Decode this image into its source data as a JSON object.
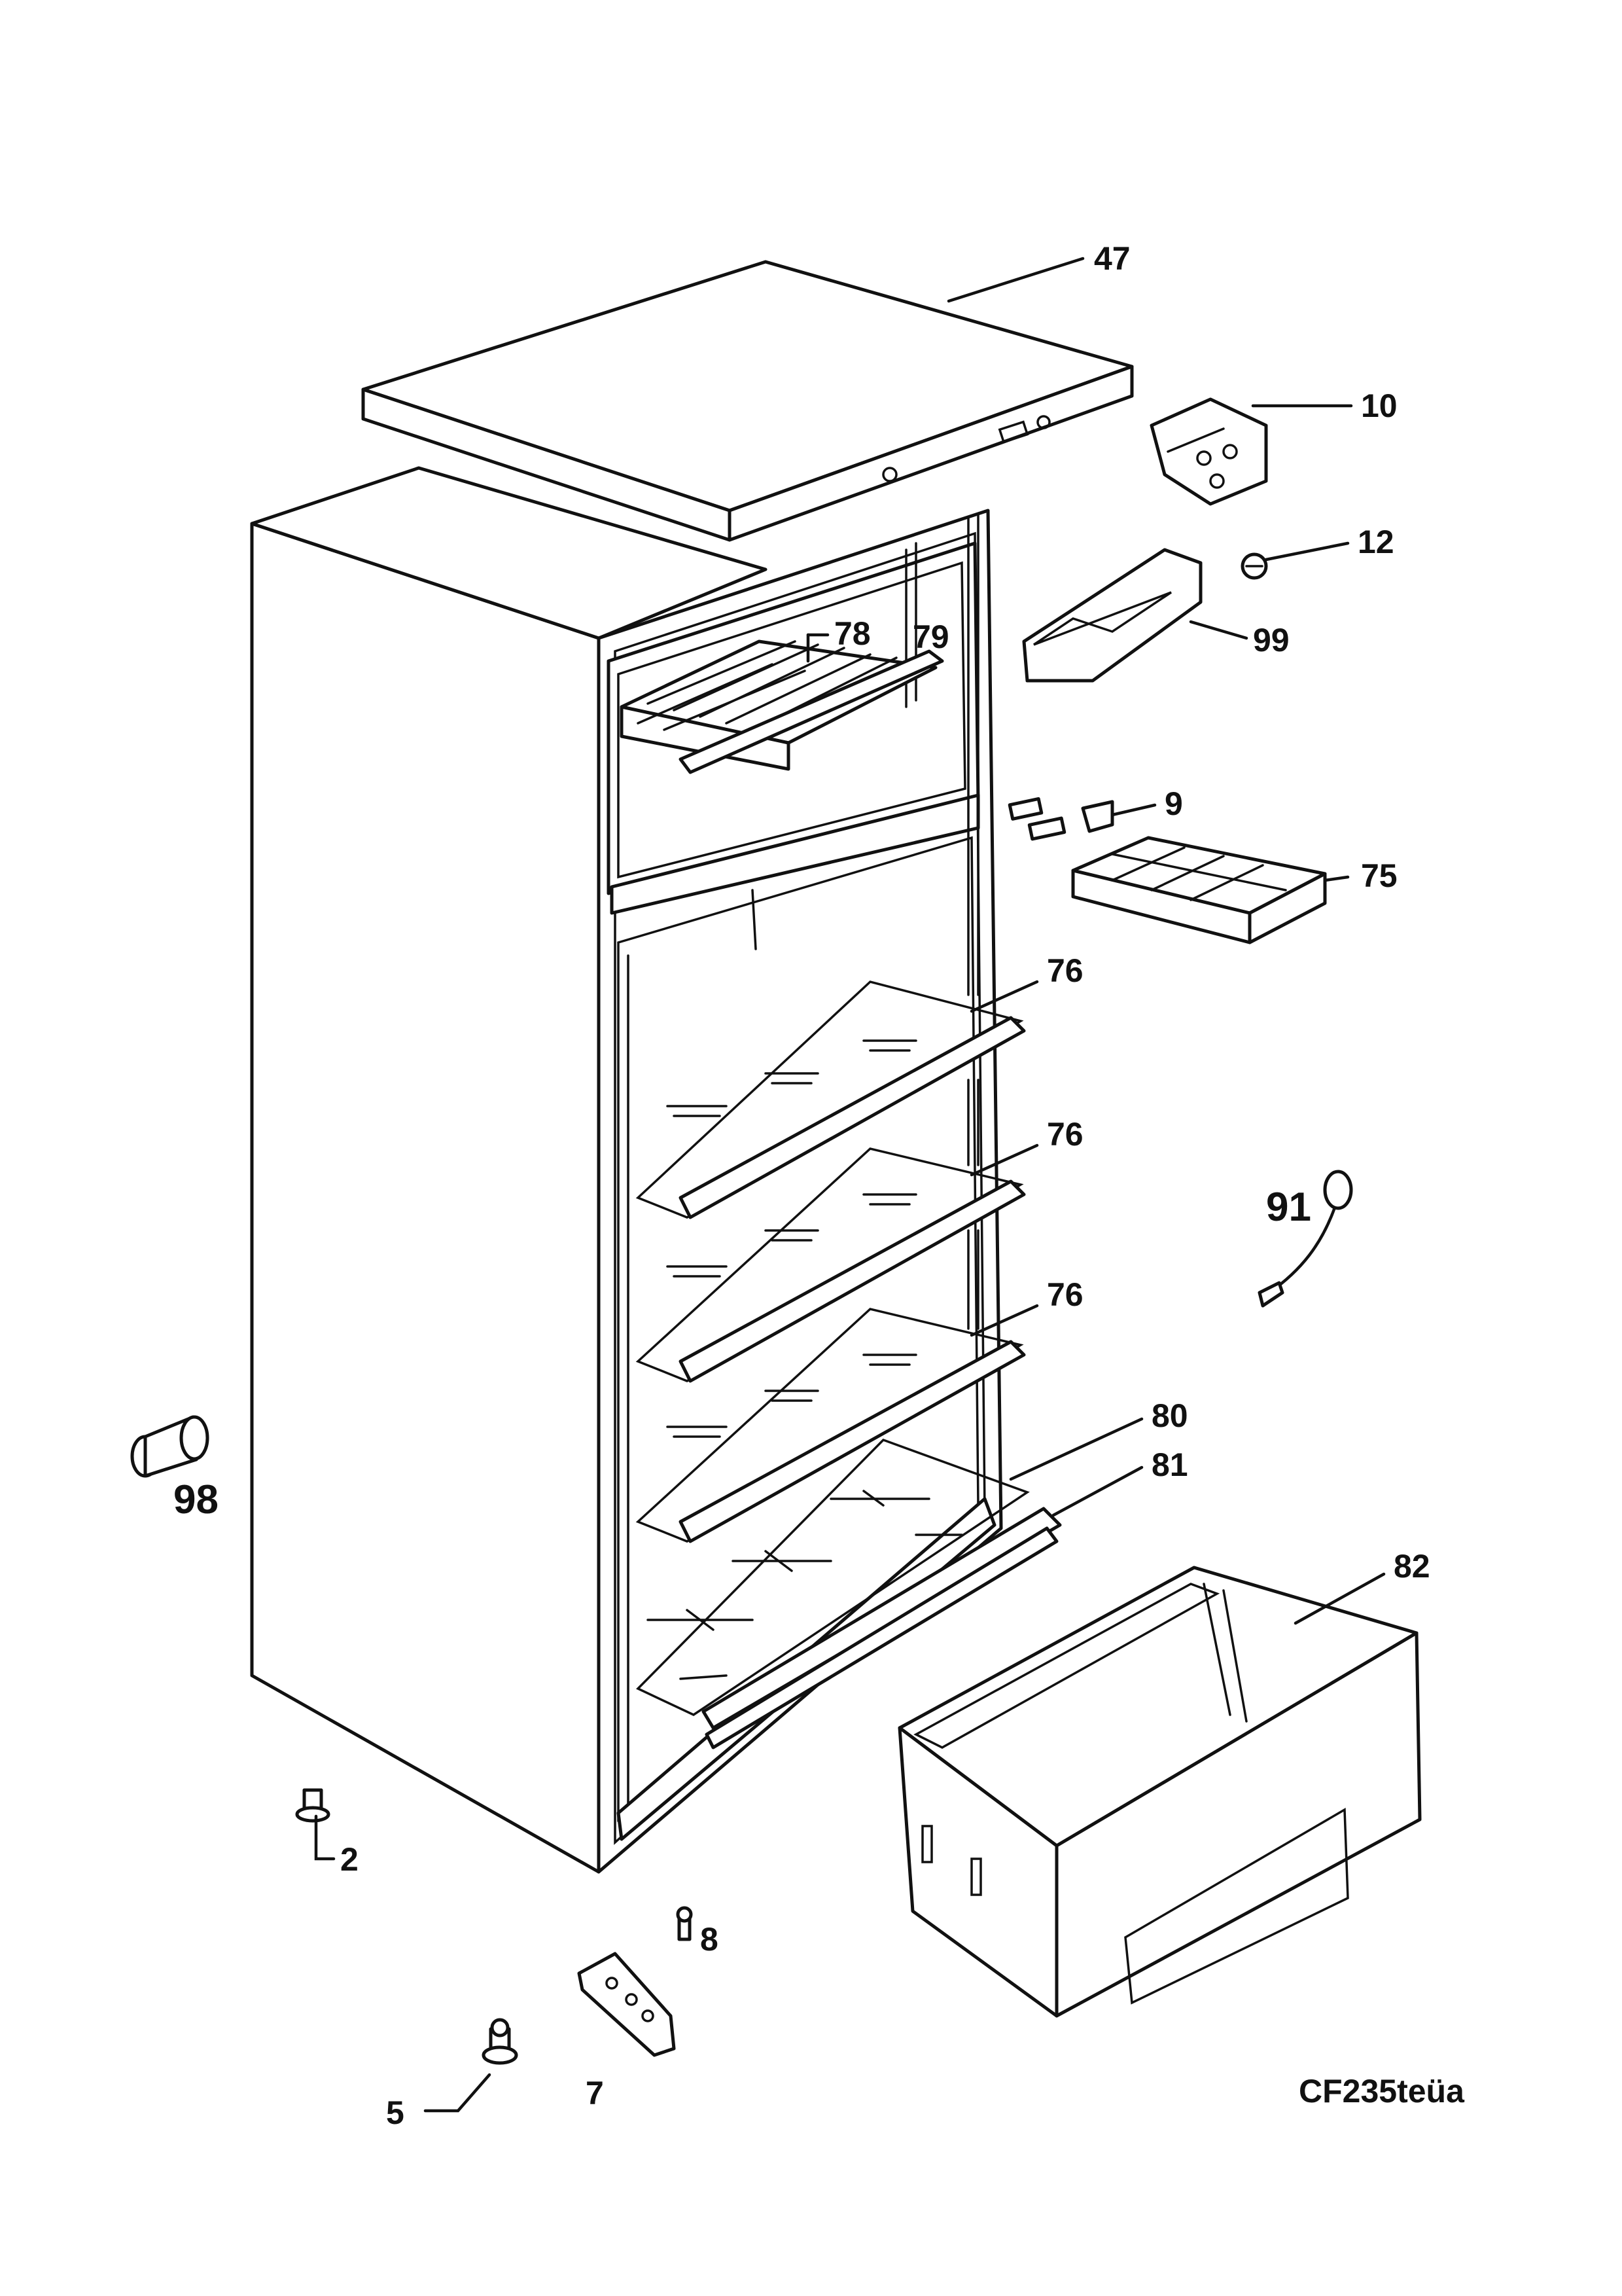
{
  "callouts": [
    {
      "id": "47",
      "text": "47"
    },
    {
      "id": "10",
      "text": "10"
    },
    {
      "id": "12",
      "text": "12"
    },
    {
      "id": "99",
      "text": "99"
    },
    {
      "id": "78",
      "text": "78"
    },
    {
      "id": "79",
      "text": "79"
    },
    {
      "id": "9",
      "text": "9"
    },
    {
      "id": "75",
      "text": "75"
    },
    {
      "id": "76a",
      "text": "76"
    },
    {
      "id": "76b",
      "text": "76"
    },
    {
      "id": "76c",
      "text": "76"
    },
    {
      "id": "91",
      "text": "91"
    },
    {
      "id": "80",
      "text": "80"
    },
    {
      "id": "81",
      "text": "81"
    },
    {
      "id": "82",
      "text": "82"
    },
    {
      "id": "98",
      "text": "98"
    },
    {
      "id": "2",
      "text": "2"
    },
    {
      "id": "8",
      "text": "8"
    },
    {
      "id": "7",
      "text": "7"
    },
    {
      "id": "5",
      "text": "5"
    }
  ],
  "drawing_code": "CF235teüa"
}
